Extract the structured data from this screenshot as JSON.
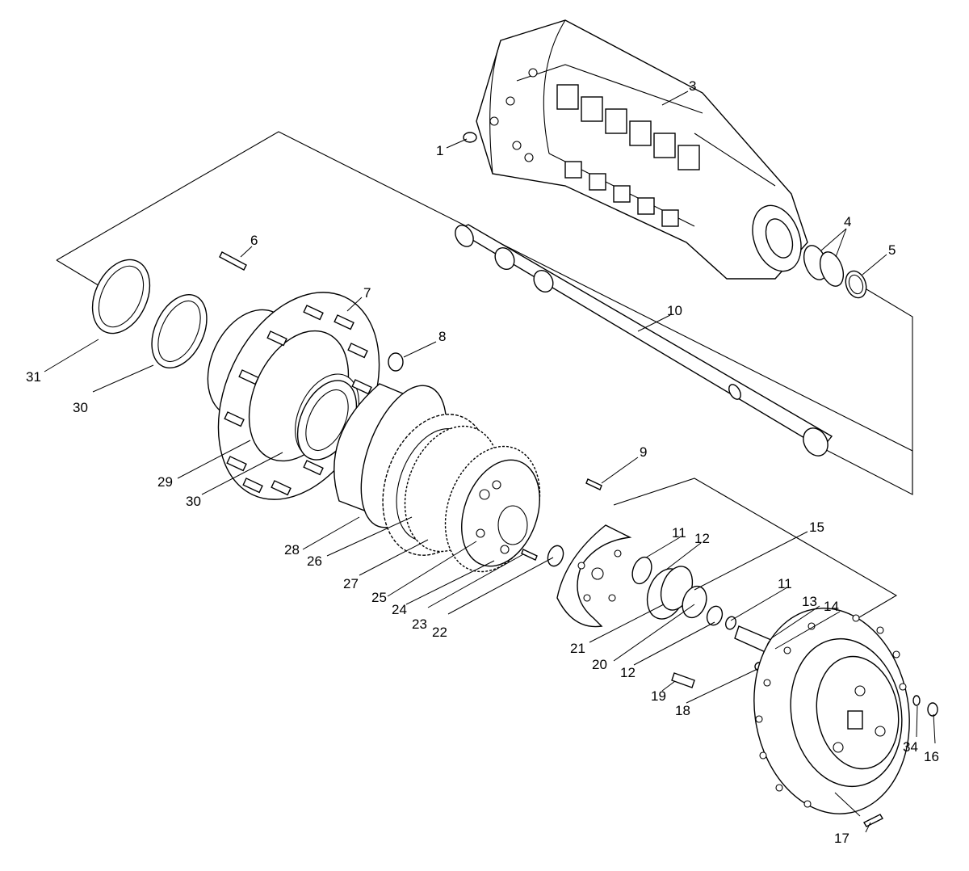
{
  "colors": {
    "line": "#000000",
    "background": "#ffffff"
  },
  "callouts": [
    {
      "id": "c1",
      "label": "1"
    },
    {
      "id": "c3",
      "label": "3"
    },
    {
      "id": "c4",
      "label": "4"
    },
    {
      "id": "c5",
      "label": "5"
    },
    {
      "id": "c6",
      "label": "6"
    },
    {
      "id": "c7",
      "label": "7"
    },
    {
      "id": "c8",
      "label": "8"
    },
    {
      "id": "c9",
      "label": "9"
    },
    {
      "id": "c10",
      "label": "10"
    },
    {
      "id": "c11a",
      "label": "11"
    },
    {
      "id": "c11b",
      "label": "11"
    },
    {
      "id": "c12a",
      "label": "12"
    },
    {
      "id": "c12b",
      "label": "12"
    },
    {
      "id": "c13",
      "label": "13"
    },
    {
      "id": "c14",
      "label": "14"
    },
    {
      "id": "c15",
      "label": "15"
    },
    {
      "id": "c16",
      "label": "16"
    },
    {
      "id": "c17",
      "label": "17"
    },
    {
      "id": "c18",
      "label": "18"
    },
    {
      "id": "c19",
      "label": "19"
    },
    {
      "id": "c20",
      "label": "20"
    },
    {
      "id": "c21",
      "label": "21"
    },
    {
      "id": "c22",
      "label": "22"
    },
    {
      "id": "c23",
      "label": "23"
    },
    {
      "id": "c24",
      "label": "24"
    },
    {
      "id": "c25",
      "label": "25"
    },
    {
      "id": "c26",
      "label": "26"
    },
    {
      "id": "c27",
      "label": "27"
    },
    {
      "id": "c28",
      "label": "28"
    },
    {
      "id": "c29",
      "label": "29"
    },
    {
      "id": "c30a",
      "label": "30"
    },
    {
      "id": "c30b",
      "label": "30"
    },
    {
      "id": "c31",
      "label": "31"
    },
    {
      "id": "c34",
      "label": "34"
    }
  ]
}
